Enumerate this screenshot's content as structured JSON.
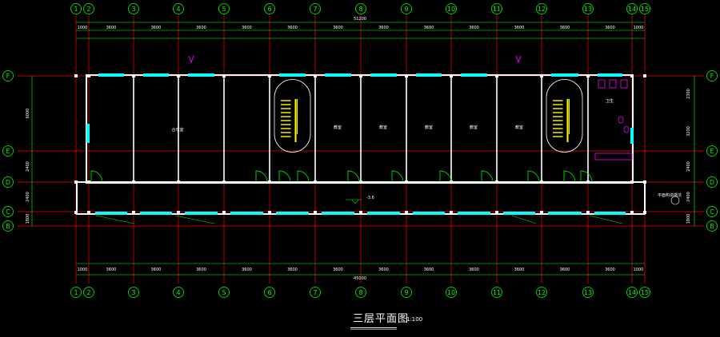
{
  "drawing": {
    "title": "三层平面图",
    "scale": "1:100",
    "colors": {
      "axis": "#00ff00",
      "wall": "#ffffff",
      "gridline": "#ff0000",
      "window": "#00ffff",
      "stair": "#ffff00",
      "sanitary": "#ff00ff"
    }
  },
  "axes": {
    "columns": [
      "1",
      "2",
      "3",
      "4",
      "5",
      "6",
      "7",
      "8",
      "9",
      "10",
      "11",
      "12",
      "13",
      "14",
      "15"
    ],
    "rows": [
      "F",
      "E",
      "D",
      "C",
      "B"
    ]
  },
  "dimensions": {
    "overall_top": "51200",
    "overall_bottom": "45000",
    "top_bays": [
      "1000",
      "3600",
      "3600",
      "3600",
      "3600",
      "3600",
      "3600",
      "3600",
      "3600",
      "3600",
      "3600",
      "3600",
      "3600",
      "1000"
    ],
    "bottom_bays": [
      "1000",
      "3600",
      "3600",
      "3600",
      "3600",
      "3600",
      "3600",
      "3600",
      "3600",
      "3600",
      "3600",
      "3600",
      "3600",
      "1000"
    ],
    "left_rows": [
      "6000",
      "2400",
      "2400",
      "1800"
    ],
    "right_rows": [
      "2300",
      "3200",
      "2400",
      "2400",
      "1800"
    ]
  },
  "rooms": {
    "big_classroom": "合乐室",
    "classroom": "教室",
    "toilet": "卫生",
    "corridor_level": "-3.6",
    "annotation_right": "平面构造做法"
  }
}
